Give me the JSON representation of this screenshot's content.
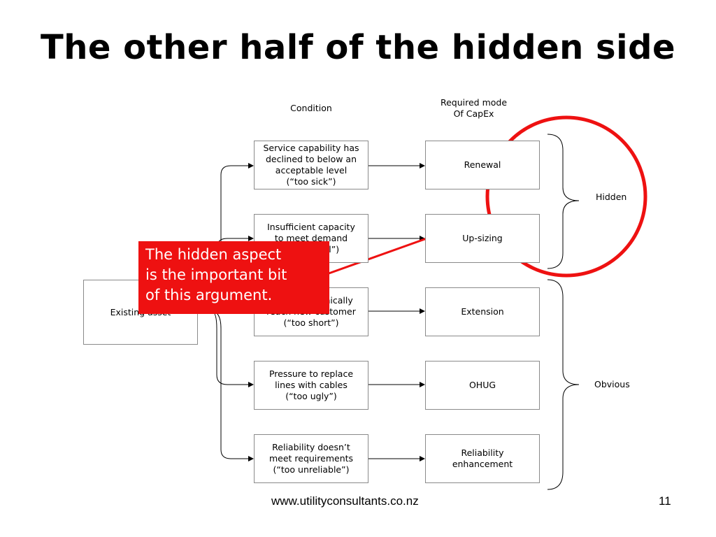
{
  "slide": {
    "title": "The other half of the hidden side",
    "footer_url": "www.utilityconsultants.co.nz",
    "page_number": "11"
  },
  "diagram": {
    "header_condition": "Condition",
    "header_mode": [
      "Required mode",
      "Of CapEx"
    ],
    "source_box": "Existing asset",
    "conditions": [
      [
        "Service capability has",
        "declined to below an",
        "acceptable level",
        "(“too sick”)"
      ],
      [
        "Insufficient capacity",
        "to meet demand",
        "(“too small”)"
      ],
      [
        "Can’t economically",
        "reach new customer",
        "(“too short”)"
      ],
      [
        "Pressure to replace",
        "lines with cables",
        "(“too ugly”)"
      ],
      [
        "Reliability doesn’t",
        "meet requirements",
        "(“too unreliable”)"
      ]
    ],
    "modes": [
      [
        "Renewal"
      ],
      [
        "Up-sizing"
      ],
      [
        "Extension"
      ],
      [
        "OHUG"
      ],
      [
        "Reliability",
        "enhancement"
      ]
    ],
    "groups": {
      "hidden": "Hidden",
      "obvious": "Obvious"
    },
    "callout": [
      "The hidden aspect",
      "is the important bit",
      "of this argument."
    ],
    "colors": {
      "callout": "#ee1111",
      "circle": "#ee1111",
      "box_border": "#8a8a8a"
    }
  }
}
